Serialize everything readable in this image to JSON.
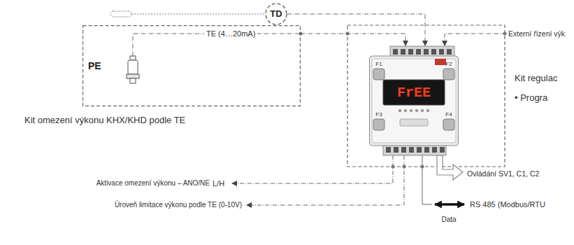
{
  "diagram": {
    "nodes": [
      {
        "text": [
          "TD"
        ]
      },
      {
        "text": [
          "PE"
        ]
      },
      {
        "text": [
          "F1",
          "F2",
          "FrEE",
          "F3",
          "F4"
        ]
      }
    ],
    "edges": [
      {
        "from": 0,
        "to": 2,
        "arrow": "to"
      },
      {
        "from": 1,
        "to": 2,
        "label": "TE (4…20mA)",
        "arrow": "to"
      }
    ],
    "labels": [
      "Kit omezení výkonu KHX/KHD podle TE",
      "Externí řízení výk",
      "Kit regulac",
      "• Progra",
      "Aktivace omezení výkonu – ANO/NE",
      "L/H",
      "Úroveň limitace výkonu podle TE (0-10V)",
      "Ovládání SV1, C1, C2",
      "RS 485 (Modbus/RTU",
      "Data"
    ]
  }
}
